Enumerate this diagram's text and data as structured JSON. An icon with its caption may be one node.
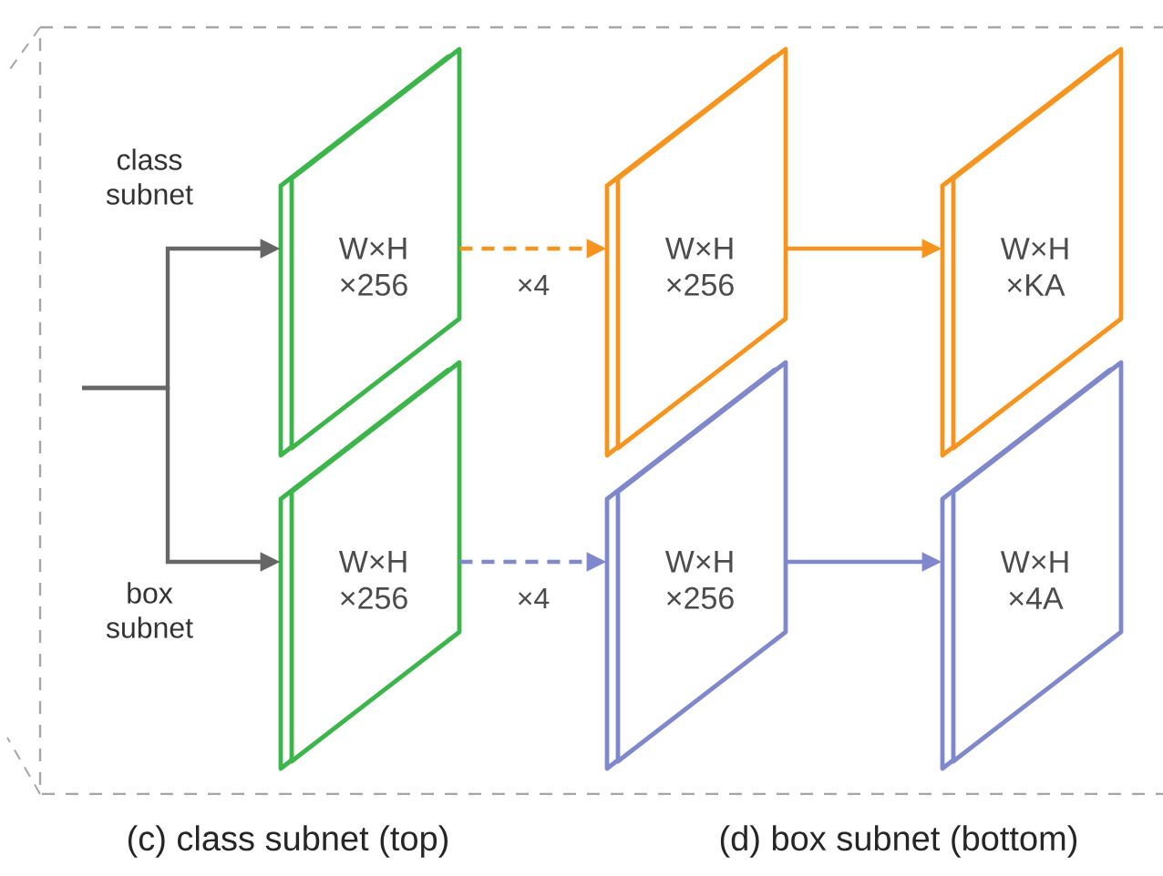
{
  "diagram": {
    "nodes": [
      {
        "text": [
          "W×H ×256"
        ]
      },
      {
        "text": [
          "W×H ×256"
        ]
      },
      {
        "text": [
          "W×H ×KA"
        ]
      },
      {
        "text": [
          "W×H ×256"
        ]
      },
      {
        "text": [
          "W×H ×256"
        ]
      },
      {
        "text": [
          "W×H ×4A"
        ]
      }
    ],
    "edges": [
      {
        "from": null,
        "to": 0,
        "arrow": "to",
        "color": "#666666"
      },
      {
        "from": null,
        "to": 3,
        "arrow": "to",
        "color": "#666666"
      },
      {
        "from": 0,
        "to": 1,
        "arrow": "to",
        "style": "dashed",
        "label": "×4",
        "color": "#f7941d"
      },
      {
        "from": 1,
        "to": 2,
        "arrow": "to",
        "color": "#f7941d"
      },
      {
        "from": 3,
        "to": 4,
        "arrow": "to",
        "style": "dashed",
        "label": "×4",
        "color": "#8088cc"
      },
      {
        "from": 4,
        "to": 5,
        "arrow": "to",
        "color": "#8088cc"
      }
    ],
    "labels": [
      "class subnet",
      "box subnet",
      "(c) class subnet (top)",
      "(d) box subnet (bottom)"
    ]
  }
}
